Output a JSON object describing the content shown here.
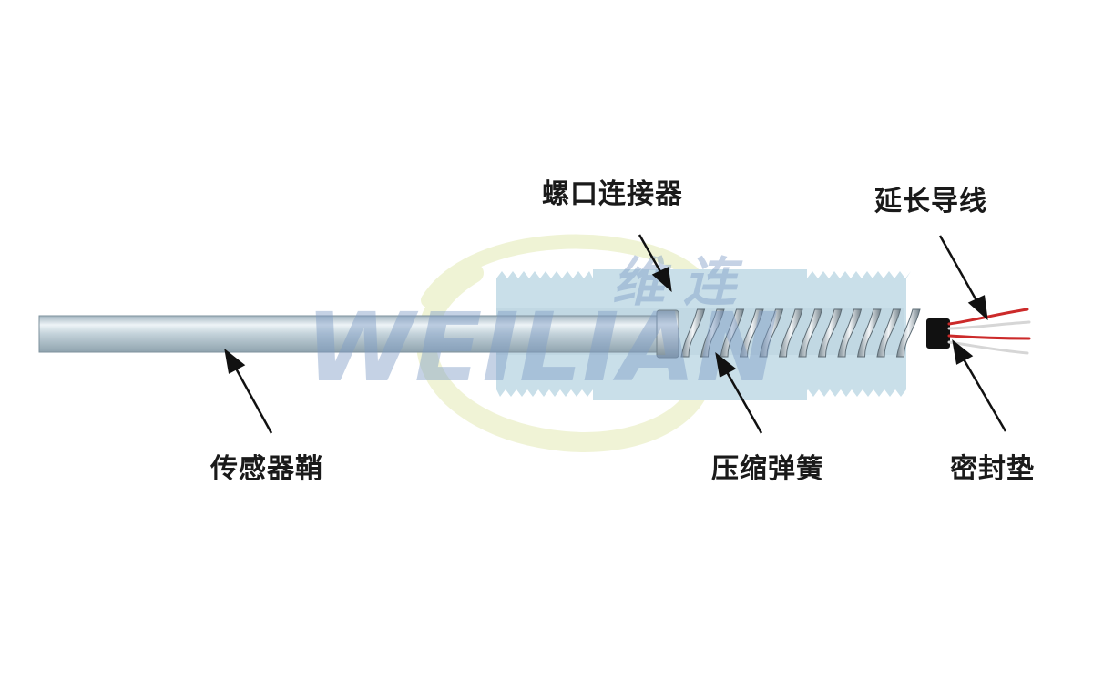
{
  "labels": {
    "thread_connector": "螺口连接器",
    "extension_wires": "延长导线",
    "sensor_sheath": "传感器鞘",
    "compression_spring": "压缩弹簧",
    "seal_gasket": "密封垫"
  },
  "watermark": {
    "latin": "WEILIAN",
    "chinese": "维 连"
  },
  "colors": {
    "sheath": "#b9c9d3",
    "connector": "#c9dfe9",
    "spring": "#a9b9c2",
    "seal": "#111111",
    "wire_red": "#d02020",
    "wire_white": "#dddddd",
    "arrow": "#111111",
    "watermark_blue": "#7f9dc6",
    "watermark_green": "#dfe7a8"
  }
}
